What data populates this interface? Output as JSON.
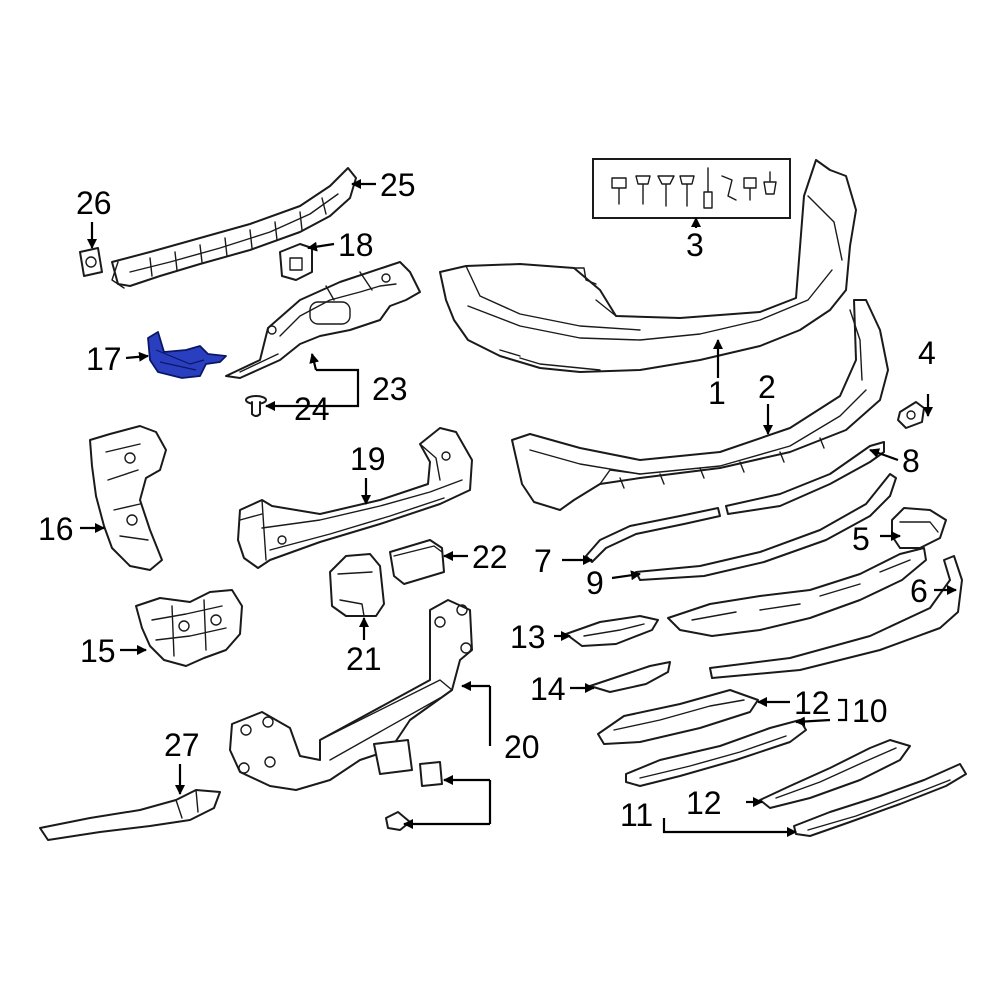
{
  "callouts": [
    {
      "id": "c1",
      "label": "1"
    },
    {
      "id": "c2",
      "label": "2"
    },
    {
      "id": "c3",
      "label": "3"
    },
    {
      "id": "c4",
      "label": "4"
    },
    {
      "id": "c5",
      "label": "5"
    },
    {
      "id": "c6",
      "label": "6"
    },
    {
      "id": "c7",
      "label": "7"
    },
    {
      "id": "c8",
      "label": "8"
    },
    {
      "id": "c9",
      "label": "9"
    },
    {
      "id": "c10",
      "label": "10"
    },
    {
      "id": "c11",
      "label": "11"
    },
    {
      "id": "c12a",
      "label": "12"
    },
    {
      "id": "c12b",
      "label": "12"
    },
    {
      "id": "c13",
      "label": "13"
    },
    {
      "id": "c14",
      "label": "14"
    },
    {
      "id": "c15",
      "label": "15"
    },
    {
      "id": "c16",
      "label": "16"
    },
    {
      "id": "c17",
      "label": "17"
    },
    {
      "id": "c18",
      "label": "18"
    },
    {
      "id": "c19",
      "label": "19"
    },
    {
      "id": "c20",
      "label": "20"
    },
    {
      "id": "c21",
      "label": "21"
    },
    {
      "id": "c22",
      "label": "22"
    },
    {
      "id": "c23",
      "label": "23"
    },
    {
      "id": "c24",
      "label": "24"
    },
    {
      "id": "c25",
      "label": "25"
    },
    {
      "id": "c26",
      "label": "26"
    },
    {
      "id": "c27",
      "label": "27"
    }
  ],
  "highlight_color": "#2a3fbf",
  "highlighted_part": "17"
}
